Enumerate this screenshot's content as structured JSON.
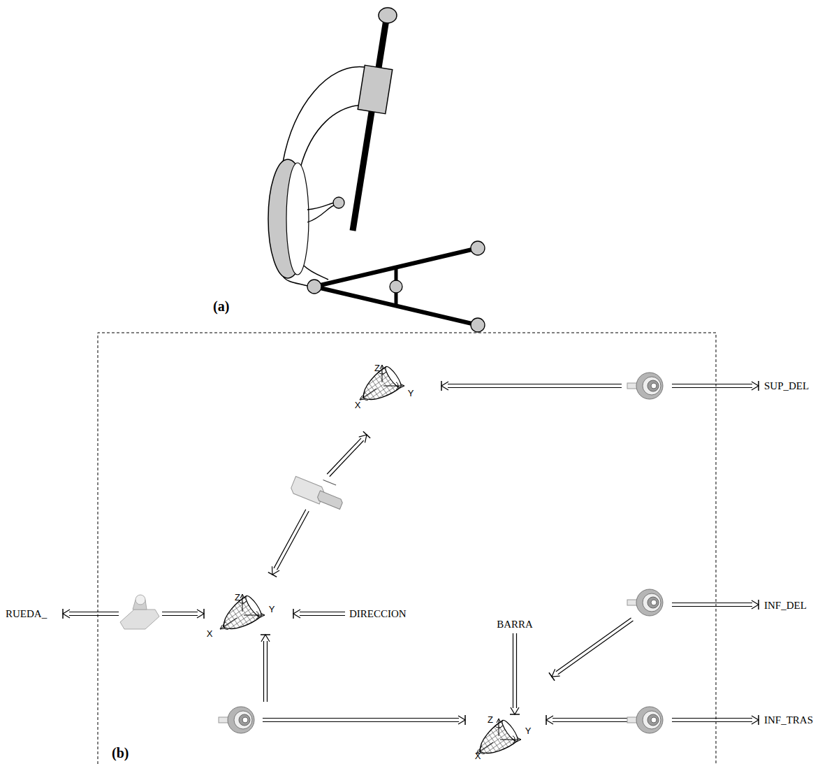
{
  "diagram": {
    "labels": [
      "(a)",
      "Z",
      "Y",
      "X",
      "SUP_DEL",
      "RUEDA_",
      "Z",
      "Y",
      "X",
      "DIRECCION",
      "BARRA",
      "INF_DEL",
      "Z",
      "Y",
      "X",
      "INF_TRAS",
      "(b)"
    ]
  }
}
